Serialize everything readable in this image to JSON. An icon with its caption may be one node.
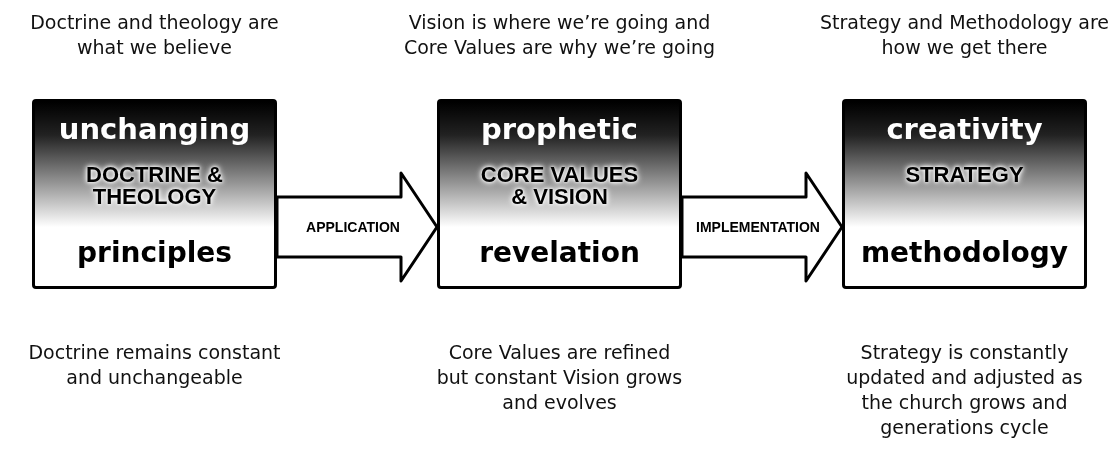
{
  "diagram": {
    "nodes": [
      {
        "text": [
          "unchanging",
          "DOCTRINE & THEOLOGY",
          "principles"
        ],
        "beside": [
          "Doctrine and theology are what we believe",
          "Doctrine remains constant and unchangeable"
        ]
      },
      {
        "text": [
          "prophetic",
          "CORE VALUES & VISION",
          "revelation"
        ],
        "beside": [
          "Vision is where we’re going and Core Values are why we’re going",
          "Core Values are refined but constant Vision grows and evolves"
        ]
      },
      {
        "text": [
          "creativity",
          "STRATEGY",
          "methodology"
        ],
        "beside": [
          "Strategy and Methodology are how we get there",
          "Strategy is constantly updated and adjusted as the church grows and generations cycle"
        ]
      }
    ],
    "edges": [
      {
        "from": 0,
        "to": 1,
        "arrow": "to",
        "label": "APPLICATION"
      },
      {
        "from": 1,
        "to": 2,
        "arrow": "to",
        "label": "IMPLEMENTATION"
      }
    ]
  }
}
